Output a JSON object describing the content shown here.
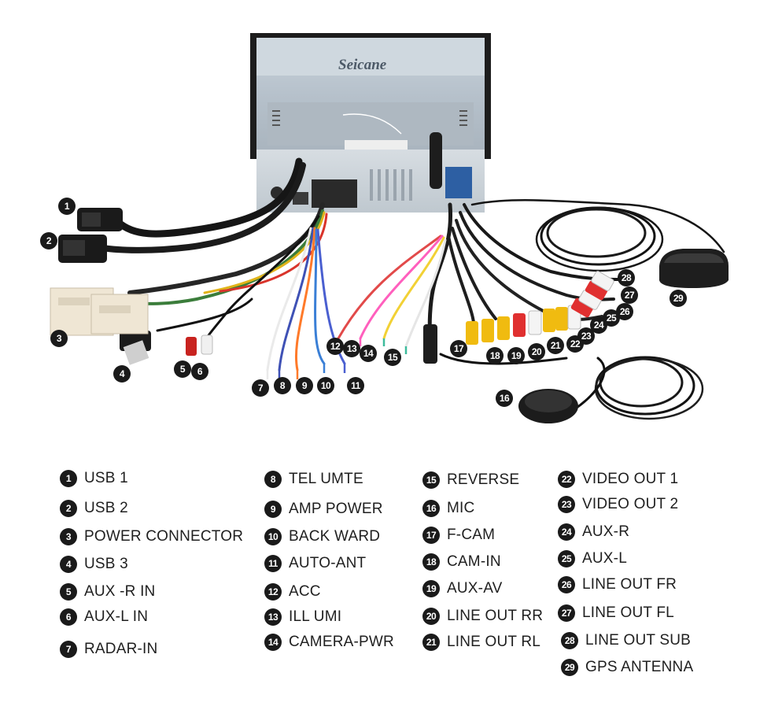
{
  "brand": "Seicane",
  "legend": [
    {
      "n": "1",
      "label": "USB 1"
    },
    {
      "n": "2",
      "label": "USB 2"
    },
    {
      "n": "3",
      "label": "POWER CONNECTOR"
    },
    {
      "n": "4",
      "label": "USB 3"
    },
    {
      "n": "5",
      "label": "AUX -R IN"
    },
    {
      "n": "6",
      "label": "AUX-L IN"
    },
    {
      "n": "7",
      "label": "RADAR-IN"
    },
    {
      "n": "8",
      "label": "TEL UMTE"
    },
    {
      "n": "9",
      "label": "AMP POWER"
    },
    {
      "n": "10",
      "label": "BACK WARD"
    },
    {
      "n": "11",
      "label": "AUTO-ANT"
    },
    {
      "n": "12",
      "label": "ACC"
    },
    {
      "n": "13",
      "label": "ILL UMI"
    },
    {
      "n": "14",
      "label": "CAMERA-PWR"
    },
    {
      "n": "15",
      "label": "REVERSE"
    },
    {
      "n": "16",
      "label": "MIC"
    },
    {
      "n": "17",
      "label": "F-CAM"
    },
    {
      "n": "18",
      "label": "CAM-IN"
    },
    {
      "n": "19",
      "label": "AUX-AV"
    },
    {
      "n": "20",
      "label": "LINE OUT RR"
    },
    {
      "n": "21",
      "label": "LINE OUT RL"
    },
    {
      "n": "22",
      "label": "VIDEO OUT 1"
    },
    {
      "n": "23",
      "label": "VIDEO OUT 2"
    },
    {
      "n": "24",
      "label": "AUX-R"
    },
    {
      "n": "25",
      "label": "AUX-L"
    },
    {
      "n": "26",
      "label": "LINE OUT FR"
    },
    {
      "n": "27",
      "label": "LINE OUT FL"
    },
    {
      "n": "28",
      "label": "LINE OUT SUB"
    },
    {
      "n": "29",
      "label": "GPS ANTENNA"
    }
  ]
}
